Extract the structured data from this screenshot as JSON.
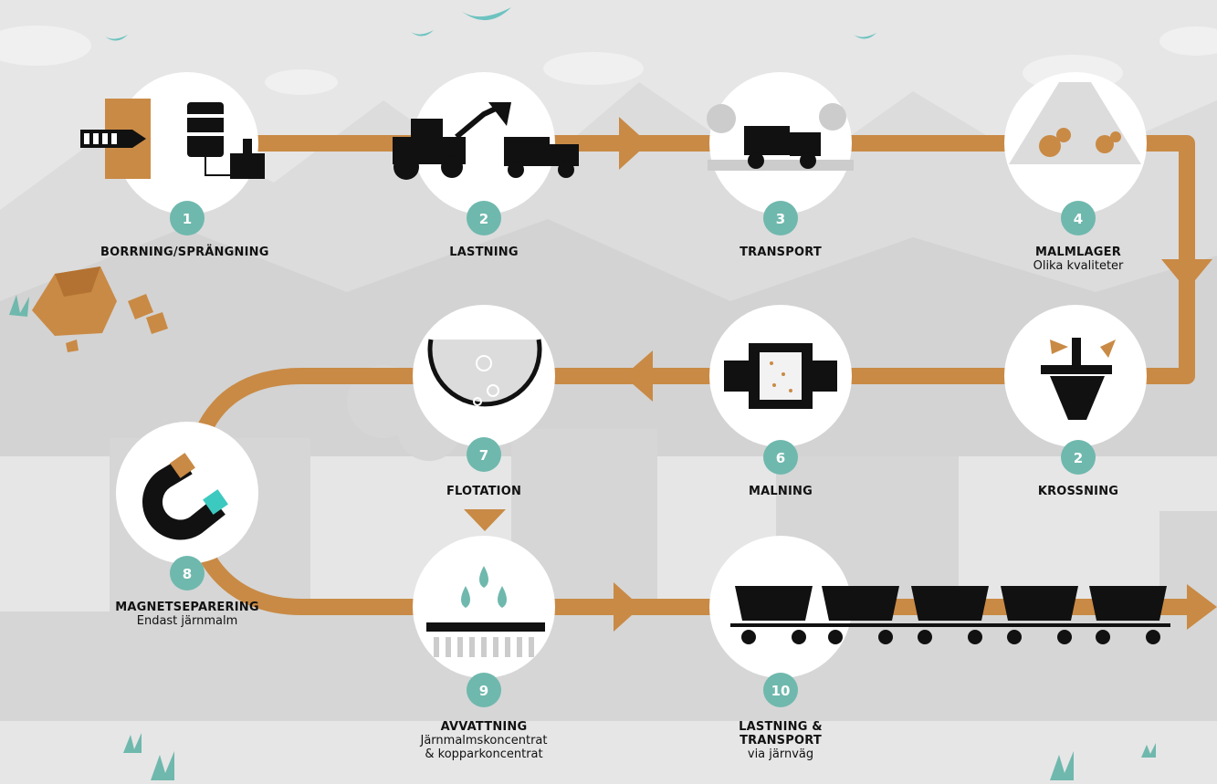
{
  "steps": [
    {
      "num": "1",
      "title": "BORRNING/SPRÄNGNING",
      "sub": ""
    },
    {
      "num": "2",
      "title": "LASTNING",
      "sub": ""
    },
    {
      "num": "3",
      "title": "TRANSPORT",
      "sub": ""
    },
    {
      "num": "4",
      "title": "MALMLAGER",
      "sub": "Olika kvaliteter"
    },
    {
      "num": "2",
      "title": "KROSSNING",
      "sub": ""
    },
    {
      "num": "6",
      "title": "MALNING",
      "sub": ""
    },
    {
      "num": "7",
      "title": "FLOTATION",
      "sub": ""
    },
    {
      "num": "8",
      "title": "MAGNETSEPARERING",
      "sub": "Endast järnmalm"
    },
    {
      "num": "9",
      "title": "AVVATTNING",
      "sub": "Järnmalmskoncentrat",
      "sub2": "& kopparkoncentrat"
    },
    {
      "num": "10",
      "title": "LASTNING & TRANSPORT",
      "sub": "via järnväg"
    }
  ],
  "icons": {
    "step1": "drill-and-detonator-icon",
    "step2": "loader-and-truck-icon",
    "step3": "dump-truck-icon",
    "step4": "ore-stockpile-icon",
    "step5": "cone-crusher-icon",
    "step6": "grinding-mill-icon",
    "step7": "flotation-tank-icon",
    "step8": "magnet-icon",
    "step9": "dewatering-filter-icon",
    "step10": "train-wagons-icon"
  },
  "colors": {
    "background": "#e6e6e6",
    "flow": "#c98a45",
    "badge": "#6fb8ad",
    "circle": "#ffffff",
    "ink": "#111111",
    "accent_teal": "#3cc9c0",
    "bird": "#6cc3c0"
  }
}
